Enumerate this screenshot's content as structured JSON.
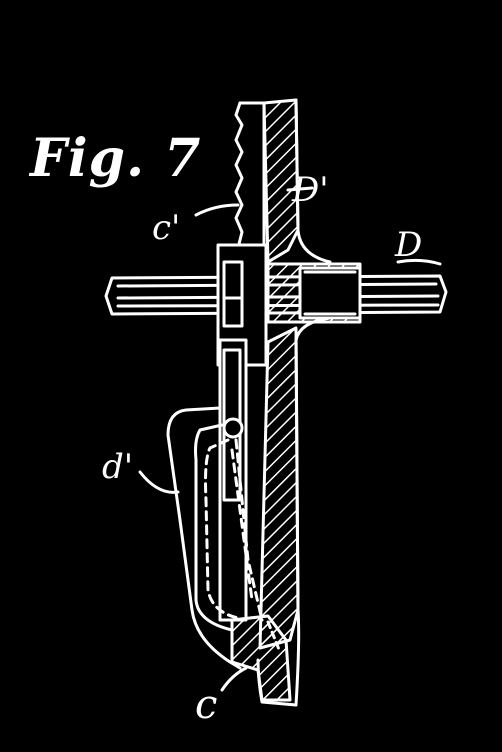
{
  "figure_title": "Fig. 7",
  "labels": {
    "c_prime": "c'",
    "D_prime": "D'",
    "D": "D",
    "d_prime": "d'",
    "c": "c"
  },
  "colors": {
    "background": "#000000",
    "ink": "#ffffff"
  }
}
